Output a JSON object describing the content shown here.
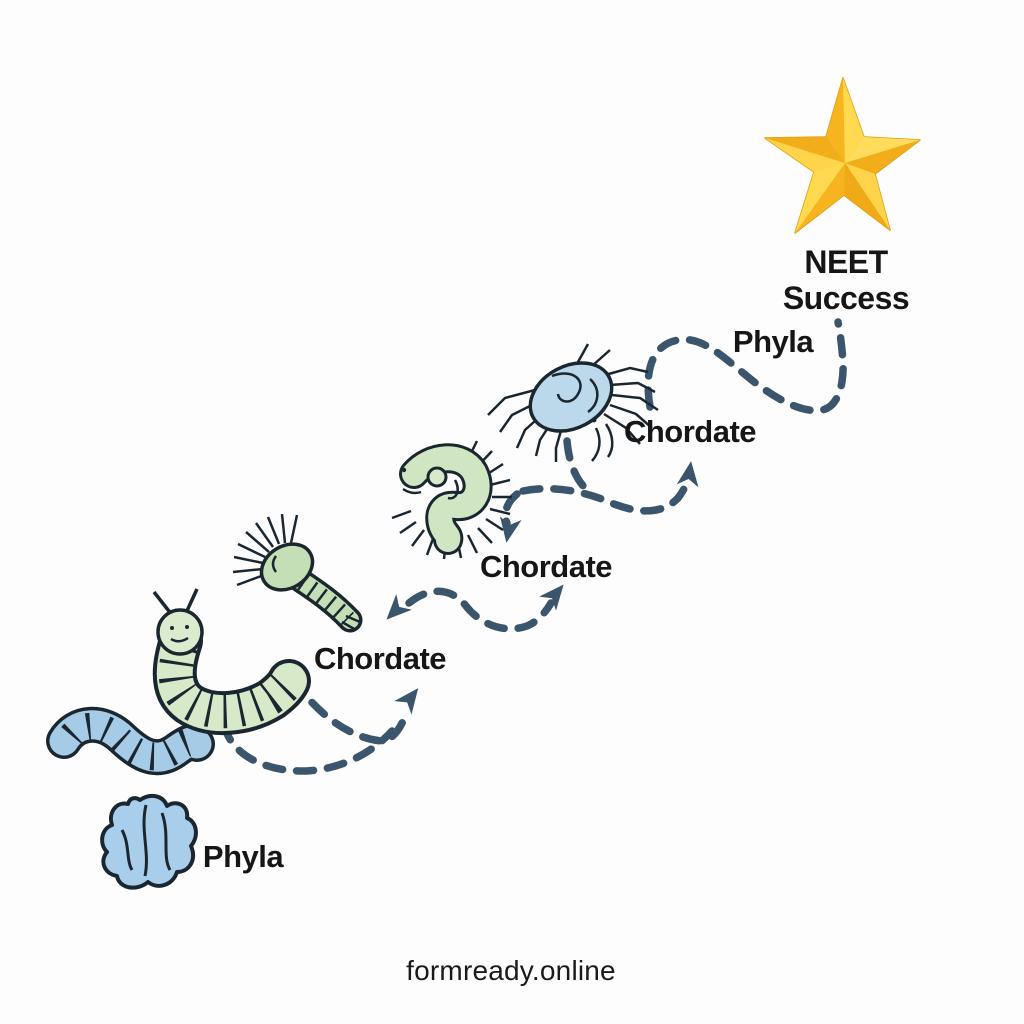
{
  "page": {
    "background": "#fdfdfd"
  },
  "diagram": {
    "goal": {
      "line1": "NEET",
      "line2": "Success"
    },
    "labels": {
      "phyla_top": "Phyla",
      "chordate_3": "Chordate",
      "chordate_2": "Chordate",
      "chordate_1": "Chordate",
      "phyla_bottom": "Phyla"
    },
    "icons": [
      {
        "name": "star-icon",
        "meaning": "golden success star",
        "color": "#FFC62E"
      },
      {
        "name": "sponge-icon",
        "meaning": "blue sponge blob organism",
        "color": "#A9CEEC"
      },
      {
        "name": "worm-icon",
        "meaning": "blue segmented worm",
        "color": "#A5CBE7"
      },
      {
        "name": "caterpillar-icon",
        "meaning": "green caterpillar with antennae",
        "color": "#D8E9C9"
      },
      {
        "name": "shrimp-icon",
        "meaning": "green bristled shrimp-like larva",
        "color": "#C4DFB5"
      },
      {
        "name": "larva-icon",
        "meaning": "green curled ciliated larva",
        "color": "#D0E5C1"
      },
      {
        "name": "mite-icon",
        "meaning": "blue mite-like arthropod",
        "color": "#BBD9EB"
      },
      {
        "name": "arrowhead-icon",
        "meaning": "direction arrowhead on dashed route",
        "color": "#3B566C"
      }
    ],
    "colors": {
      "dashed_route": "#3B566C",
      "outline_ink": "#1B2730",
      "star_base": "#FFC62E",
      "star_light_facet": "#FFD94F",
      "star_dark_facet": "#F2AD1B",
      "text": "#161616"
    }
  },
  "footer": {
    "watermark": "formready.online"
  }
}
